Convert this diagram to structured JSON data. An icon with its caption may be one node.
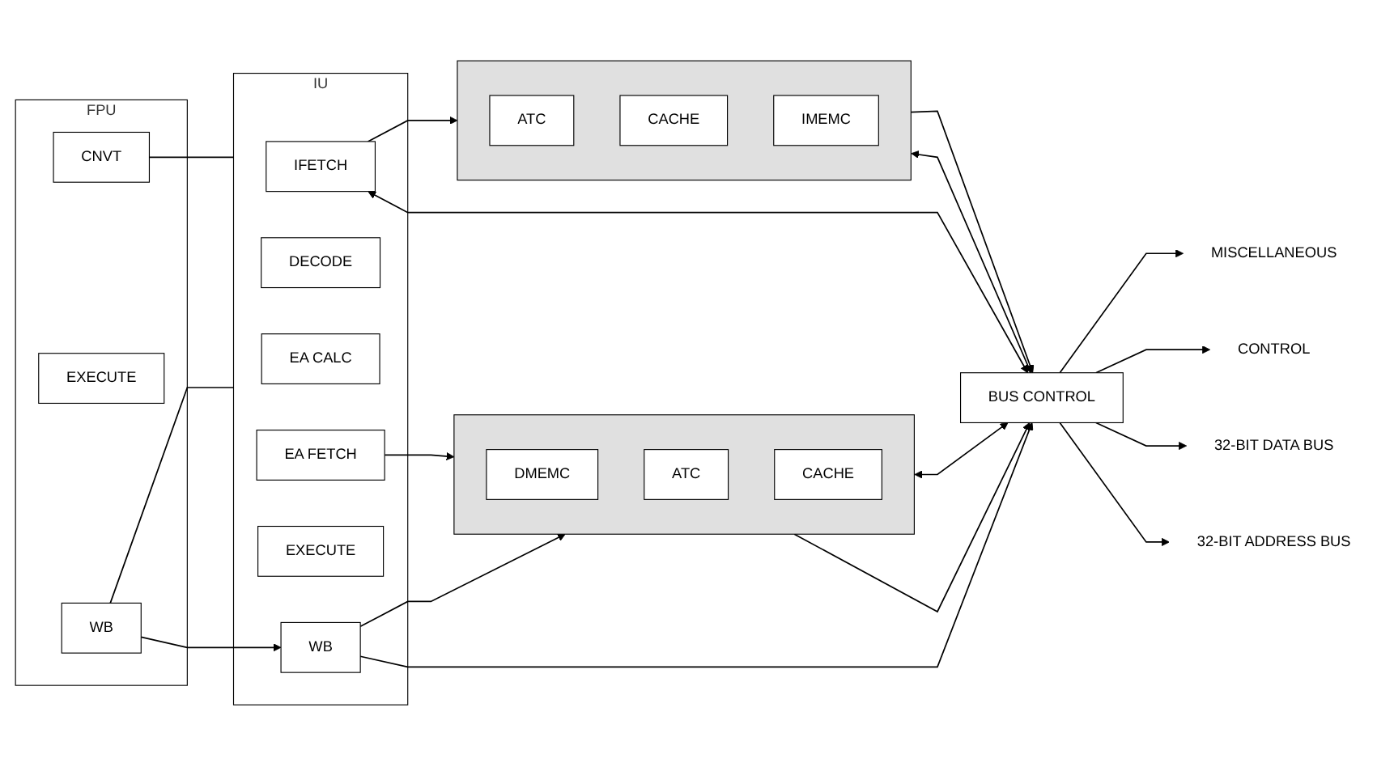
{
  "diagram": {
    "nodes": [
      {
        "text": [
          "FPU"
        ]
      },
      {
        "text": [
          "CNVT"
        ],
        "in": 0
      },
      {
        "text": [
          "EXECUTE"
        ],
        "in": 0
      },
      {
        "text": [
          "WB"
        ],
        "in": 0
      },
      {
        "text": [
          "IU"
        ]
      },
      {
        "text": [
          "IFETCH"
        ],
        "in": 4
      },
      {
        "text": [
          "DECODE"
        ],
        "in": 4
      },
      {
        "text": [
          "EA CALC"
        ],
        "in": 4
      },
      {
        "text": [
          "EA FETCH"
        ],
        "in": 4
      },
      {
        "text": [
          "EXECUTE"
        ],
        "in": 4
      },
      {
        "text": [
          "WB"
        ],
        "in": 4
      },
      {
        "text": [],
        "shape": "box"
      },
      {
        "text": [
          "ATC"
        ],
        "in": 11
      },
      {
        "text": [
          "CACHE"
        ],
        "in": 11
      },
      {
        "text": [
          "IMEMC"
        ],
        "in": 11
      },
      {
        "text": [],
        "shape": "box"
      },
      {
        "text": [
          "DMEMC"
        ],
        "in": 15
      },
      {
        "text": [
          "ATC"
        ],
        "in": 15
      },
      {
        "text": [
          "CACHE"
        ],
        "in": 15
      },
      {
        "text": [
          "BUS CONTROL"
        ]
      },
      {
        "text": [
          "32-BIT ADDRESS BUS"
        ]
      },
      {
        "text": [
          "32-BIT DATA BUS"
        ]
      },
      {
        "text": [
          "CONTROL"
        ]
      },
      {
        "text": [
          "MISCELLANEOUS"
        ]
      }
    ],
    "edges": [
      {
        "from": 5,
        "to": 19,
        "arrow": "both"
      },
      {
        "from": 11,
        "to": 19,
        "arrow": "both"
      },
      {
        "from": 5,
        "to": 11,
        "arrow": "to"
      },
      {
        "from": 11,
        "to": 19,
        "arrow": "to"
      },
      {
        "from": 1,
        "to": 4,
        "arrow": "none"
      },
      {
        "from": 3,
        "to": 4,
        "arrow": "none"
      },
      {
        "from": 3,
        "to": 10,
        "arrow": "to"
      },
      {
        "from": 8,
        "to": 15,
        "arrow": "to"
      },
      {
        "from": 10,
        "to": 15,
        "arrow": "to"
      },
      {
        "from": 15,
        "to": 19,
        "arrow": "to"
      },
      {
        "from": 10,
        "to": 19,
        "arrow": "to"
      },
      {
        "from": 15,
        "to": 19,
        "arrow": "both"
      },
      {
        "from": 19,
        "to": 20,
        "arrow": "to"
      },
      {
        "from": 19,
        "to": 21,
        "arrow": "to"
      },
      {
        "from": 19,
        "to": 22,
        "arrow": "to"
      },
      {
        "from": 19,
        "to": 23,
        "arrow": "to"
      }
    ]
  }
}
